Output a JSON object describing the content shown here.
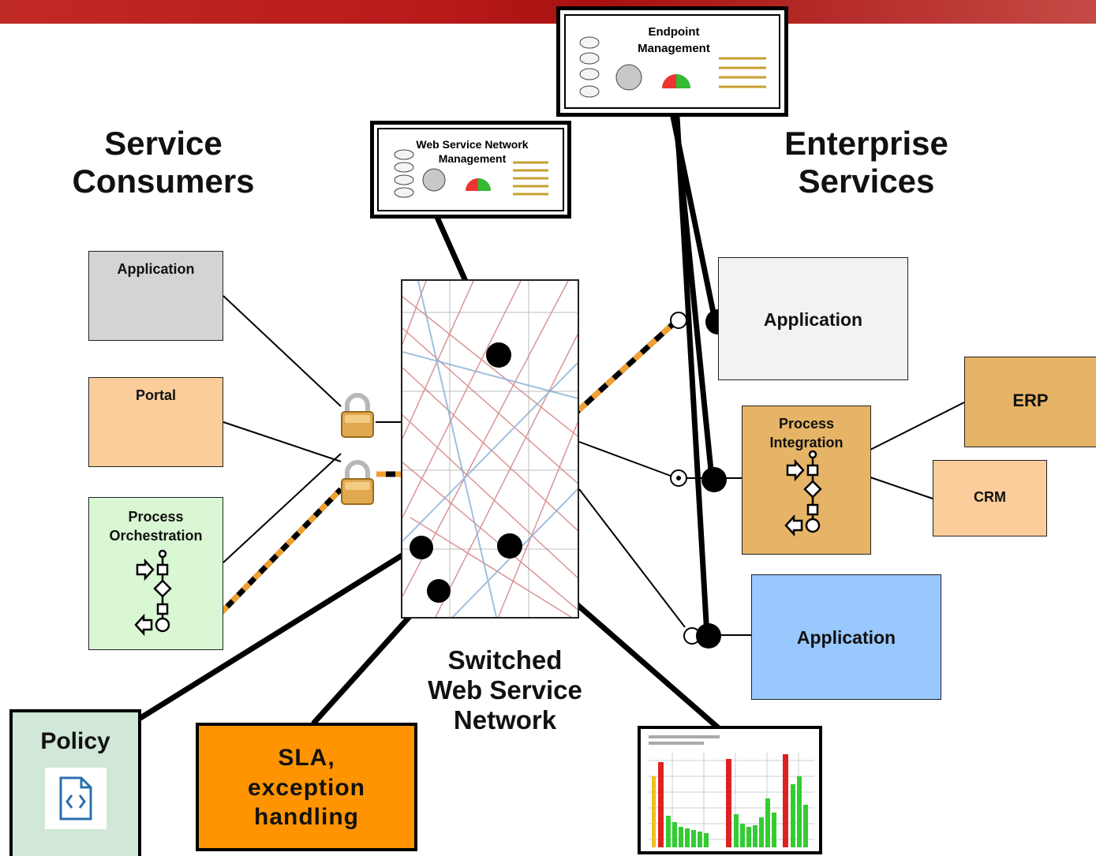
{
  "headings": {
    "service_consumers": [
      "Service",
      "Consumers"
    ],
    "enterprise_services": [
      "Enterprise",
      "Services"
    ],
    "switched_network": [
      "Switched",
      "Web Service",
      "Network"
    ]
  },
  "consumers": {
    "application": "Application",
    "portal": "Portal",
    "process_orchestration": [
      "Process",
      "Orchestration"
    ]
  },
  "services": {
    "application_top": "Application",
    "process_integration": [
      "Process",
      "Integration"
    ],
    "erp": "ERP",
    "crm": "CRM",
    "application_bottom": "Application"
  },
  "management": {
    "web_service_network": [
      "Web Service Network",
      "Management"
    ],
    "endpoint": [
      "Endpoint",
      "Management"
    ]
  },
  "bottom": {
    "policy": "Policy",
    "policy_icon": "code-document-icon",
    "sla": [
      "SLA,",
      "exception",
      "handling"
    ]
  },
  "colors": {
    "header_bar": "#b81a1a",
    "consumer_application": "#d4d4d4",
    "portal": "#fbcd9b",
    "orchestration": "#d9f7d3",
    "service_application_top": "#f2f2f2",
    "process_integration": "#e6b466",
    "erp": "#e6b466",
    "crm": "#fbcd9b",
    "service_application_bottom": "#99c8ff",
    "policy": "#d1e7d8",
    "sla": "#ff9400",
    "dashed_flow": "#f0a030"
  }
}
